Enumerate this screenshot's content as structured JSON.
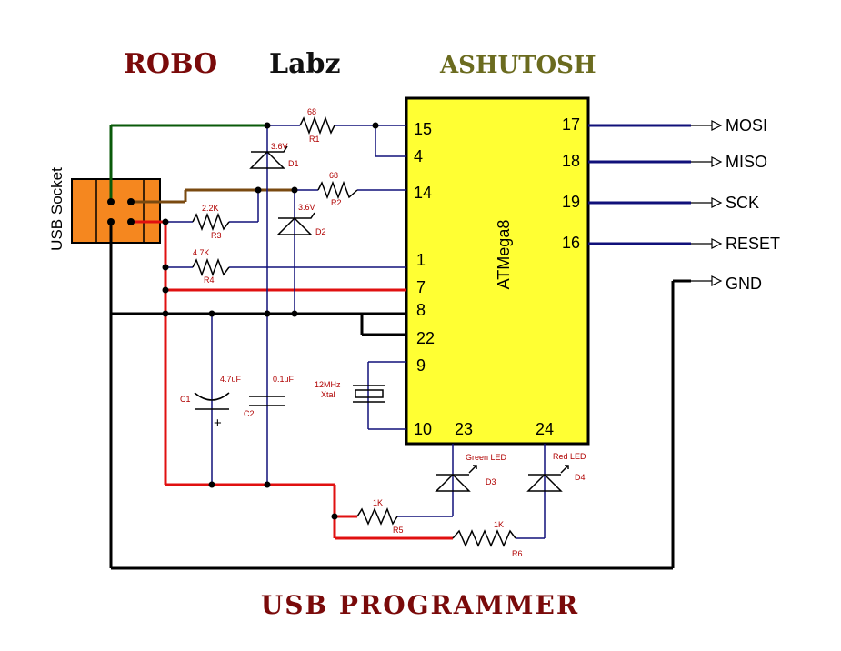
{
  "header": {
    "title_part1": "ROBO",
    "title_part2": "Labz",
    "author": "ASHUTOSH",
    "footer": "USB PROGRAMMER"
  },
  "usb_socket_label": "USB Socket",
  "chip": {
    "name": "ATMega8",
    "left_pins": [
      "15",
      "4",
      "14",
      "1",
      "7",
      "8",
      "22",
      "9",
      "10"
    ],
    "bottom_pins": [
      "23",
      "24"
    ],
    "right_pins": [
      "17",
      "18",
      "19",
      "16"
    ]
  },
  "outputs": [
    "MOSI",
    "MISO",
    "SCK",
    "RESET",
    "GND"
  ],
  "components": {
    "r1": {
      "value": "68",
      "ref": "R1"
    },
    "r2": {
      "value": "68",
      "ref": "R2"
    },
    "r3": {
      "value": "2.2K",
      "ref": "R3"
    },
    "r4": {
      "value": "4.7K",
      "ref": "R4"
    },
    "r5": {
      "value": "1K",
      "ref": "R5"
    },
    "r6": {
      "value": "1K",
      "ref": "R6"
    },
    "d1": {
      "value": "3.6V",
      "ref": "D1"
    },
    "d2": {
      "value": "3.6V",
      "ref": "D2"
    },
    "d3": {
      "value": "Green LED",
      "ref": "D3"
    },
    "d4": {
      "value": "Red LED",
      "ref": "D4"
    },
    "c1": {
      "value": "4.7uF",
      "ref": "C1",
      "polarity": "+"
    },
    "c2": {
      "value": "0.1uF",
      "ref": "C2"
    },
    "xtal": {
      "line1": "12MHz",
      "line2": "Xtal"
    }
  },
  "colors": {
    "title_dark_red": "#7a0a0a",
    "author_olive": "#6b6b1f",
    "chip_fill": "#ffff33",
    "usb_fill": "#f5871f",
    "wire_red": "#e01010",
    "wire_blue": "#10107a",
    "wire_green": "#0a5a0a",
    "wire_brown": "#7a4a10",
    "wire_black": "#000000",
    "component_red": "#b00000"
  }
}
